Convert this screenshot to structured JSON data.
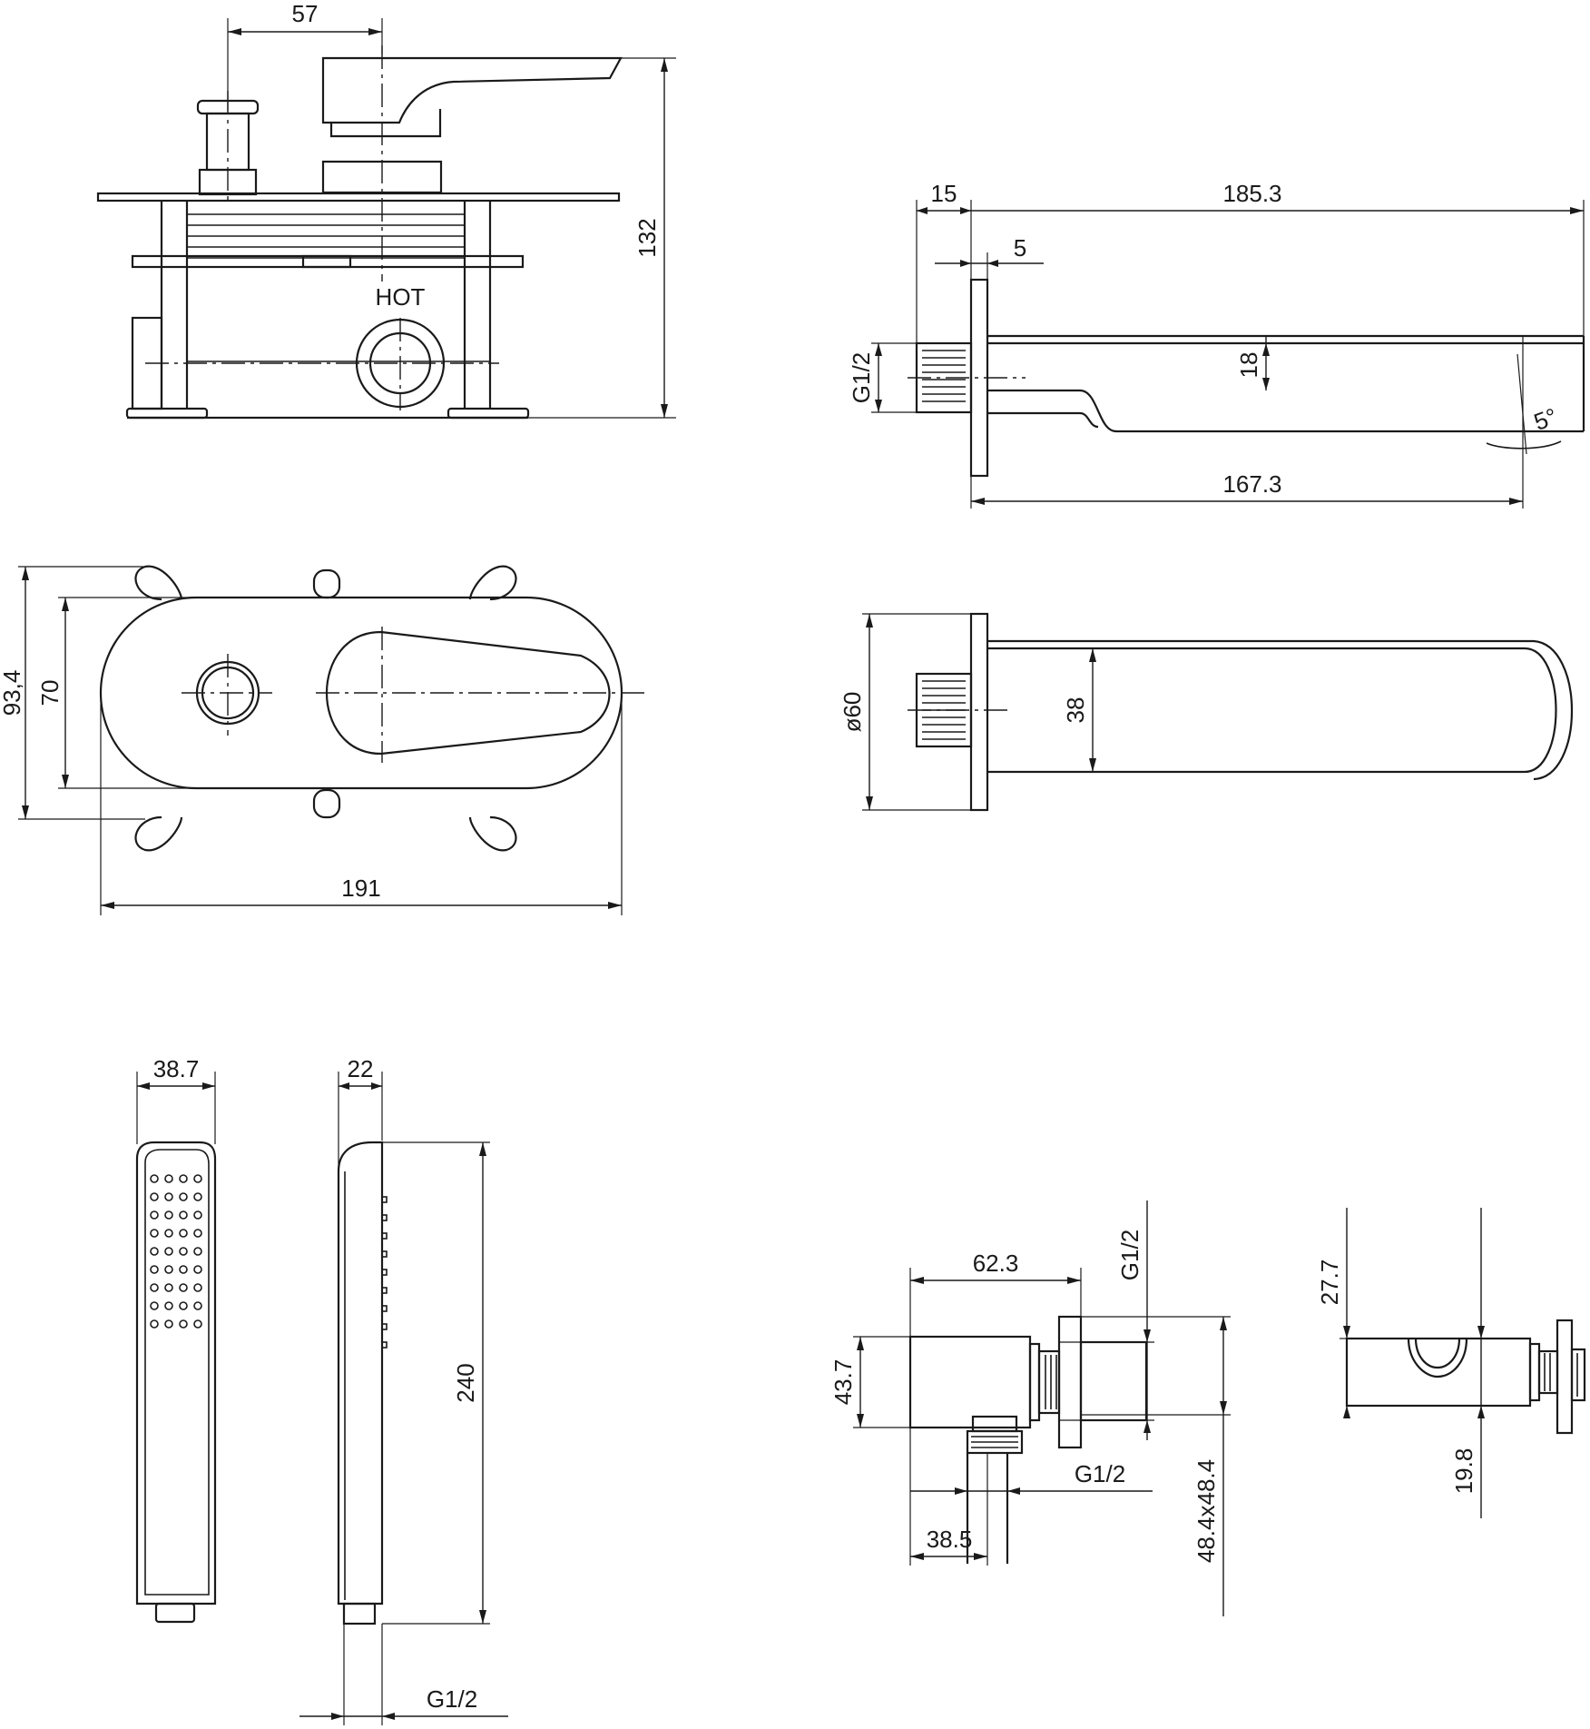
{
  "mixer_top": {
    "dim_width": "57",
    "dim_height": "132",
    "label_hot": "HOT"
  },
  "mixer_front": {
    "dim_plate_height": "93,4",
    "dim_body_height": "70",
    "dim_width": "191"
  },
  "spout_side": {
    "dim_thread_len": "15",
    "dim_length": "185.3",
    "dim_flange": "5",
    "dim_thread": "G1/2",
    "dim_height": "18",
    "dim_angle": "5°",
    "dim_reach": "167.3"
  },
  "spout_top": {
    "dim_diameter": "ø60",
    "dim_width": "38"
  },
  "hand_shower": {
    "dim_width": "38.7",
    "dim_depth": "22",
    "dim_length": "240",
    "dim_thread": "G1/2"
  },
  "wall_elbow": {
    "dim_length": "62.3",
    "dim_thread_top": "G1/2",
    "dim_height": "43.7",
    "dim_thread_bottom": "G1/2",
    "dim_offset": "38.5",
    "dim_flange": "48.4x48.4"
  },
  "holder": {
    "dim_top": "27.7",
    "dim_bottom": "19.8"
  }
}
